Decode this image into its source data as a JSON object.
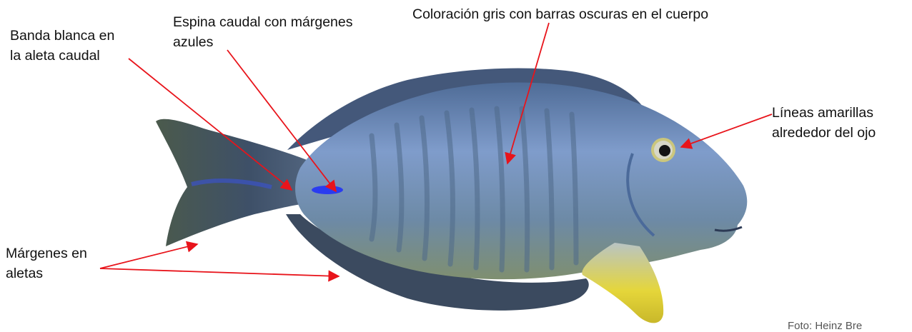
{
  "labels": {
    "banda_blanca": {
      "line1": "Banda blanca en",
      "line2": "la aleta caudal"
    },
    "espina_caudal": {
      "line1": "Espina caudal con márgenes",
      "line2": "azules"
    },
    "coloracion": {
      "line1": "Coloración gris con barras oscuras en el cuerpo"
    },
    "lineas_amarillas": {
      "line1": "Líneas amarillas",
      "line2": "alrededor del ojo"
    },
    "margenes": {
      "line1": "Márgenes en",
      "line2": "aletas"
    }
  },
  "credit": "Foto: Heinz Bre",
  "colors": {
    "arrow": "#e8141b",
    "body": "#6f8fbf",
    "fin": "#3a4e6a",
    "accent_yellow": "#e9d21a",
    "spine_blue": "#2a3cf0"
  }
}
